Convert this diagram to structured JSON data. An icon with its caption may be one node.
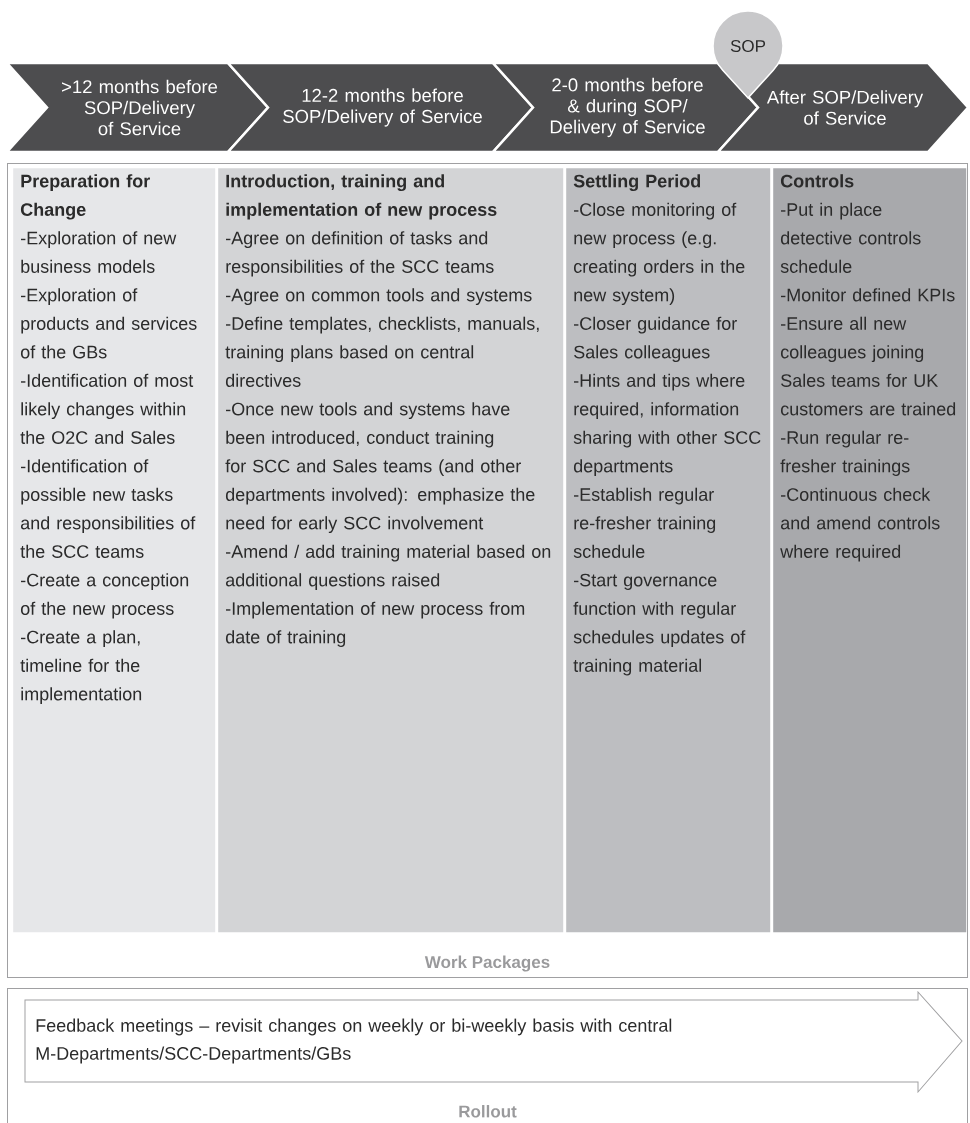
{
  "diagram": {
    "nodes": [
      {
        "text": [
          ">12 months before SOP/Delivery of Service"
        ]
      },
      {
        "text": [
          "12-2 months before SOP/Delivery of Service"
        ]
      },
      {
        "text": [
          "2-0 months before & during SOP/ Delivery of Service"
        ]
      },
      {
        "text": [
          "After SOP/Delivery of Service"
        ]
      },
      {
        "text": [
          "SOP"
        ]
      },
      {
        "text": [
          "Work Packages"
        ]
      },
      {
        "text": [
          "Preparation for Change",
          "-Exploration of new business models",
          "-Exploration of products and services of the GBs",
          "-Identification of most likely changes within the O2C and Sales",
          "-Identification of possible new tasks and responsibilities of the SCC teams",
          "-Create a conception of the new process",
          "-Create a plan, timeline for the implementation"
        ],
        "in": 5
      },
      {
        "text": [
          "Introduction, training and implementation of new process",
          "-Agree on definition of tasks and responsibilities of the SCC teams",
          "-Agree on common tools and systems",
          "-Define templates, checklists, manuals, training plans based on central directives",
          "-Once new tools and systems have been introduced, conduct training for SCC and Sales teams (and other departments involved): emphasize the need for early SCC involvement",
          "-Amend / add training material based on additional questions raised",
          "-Implementation of new process from date of training"
        ],
        "in": 5
      },
      {
        "text": [
          "Settling Period",
          "-Close monitoring of new process (e.g. creating orders in the new system)",
          "-Closer guidance for Sales colleagues",
          "-Hints and tips where required, information sharing with other SCC departments",
          "-Establish regular re-fresher training schedule",
          "-Start governance function with regular schedules updates of training material"
        ],
        "in": 5
      },
      {
        "text": [
          "Controls",
          "-Put in place detective controls schedule",
          "-Monitor defined KPIs",
          "-Ensure all new colleagues joining Sales teams for UK customers are trained",
          "-Run regular re-fresher trainings",
          "-Continuous check and amend controls where required"
        ],
        "in": 5
      },
      {
        "text": [
          "Rollout"
        ]
      },
      {
        "text": [
          "Feedback meetings – revisit changes on weekly or bi-weekly basis with central M-Departments/SCC-Departments/GBs"
        ],
        "in": 10
      }
    ]
  }
}
